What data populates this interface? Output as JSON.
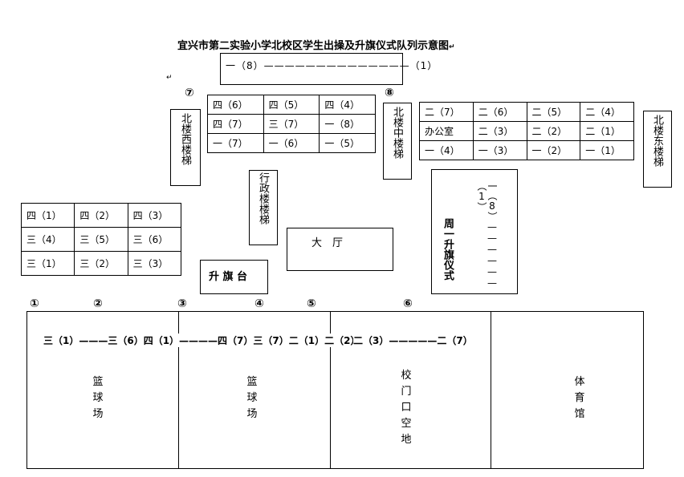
{
  "title": "宜兴市第二实验小学北校区学生出操及升旗仪式队列示意图",
  "pilcrow": "↵",
  "top_queue": "一（8）——————————————（1）",
  "stairs": {
    "west": "北楼西楼梯",
    "middle": "北楼中楼梯",
    "east": "北楼东楼梯",
    "admin": "行政楼楼梯"
  },
  "north_west_grid": [
    [
      "四（6）",
      "四（5）",
      "四（4）"
    ],
    [
      "四（7）",
      "三（7）",
      "一（8）"
    ],
    [
      "一（7）",
      "一（6）",
      "一（5）"
    ]
  ],
  "north_east_grid": [
    [
      "二（7）",
      "二（6）",
      "二（5）",
      "二（4）"
    ],
    [
      "办公室",
      "二（3）",
      "二（2）",
      "二（1）"
    ],
    [
      "一（4）",
      "一（3）",
      "一（2）",
      "一（1）"
    ]
  ],
  "west_grid": [
    [
      "四（1）",
      "四（2）",
      "四（3）"
    ],
    [
      "三（4）",
      "三（5）",
      "三（6）"
    ],
    [
      "三（1）",
      "三（2）",
      "三（3）"
    ]
  ],
  "hall": "大　厅",
  "flag_platform": "升 旗 台",
  "monday_ceremony": {
    "label": "周一升旗仪式",
    "queue": "一（8）——————（1）"
  },
  "markers": [
    "⑦",
    "⑧",
    "①",
    "②",
    "③",
    "④",
    "⑤",
    "⑥"
  ],
  "bottom_queue_left": "三（1）———三（6）四（1）————四（7）三（7）二（1）二（2）",
  "bottom_queue_right": "二（3）—————二（7）",
  "fields": {
    "court1": [
      "篮",
      "球",
      "场"
    ],
    "court2": [
      "篮",
      "球",
      "场"
    ],
    "gate": [
      "校",
      "门",
      "口",
      "空",
      "地"
    ],
    "gym": [
      "体",
      "育",
      "馆"
    ]
  }
}
